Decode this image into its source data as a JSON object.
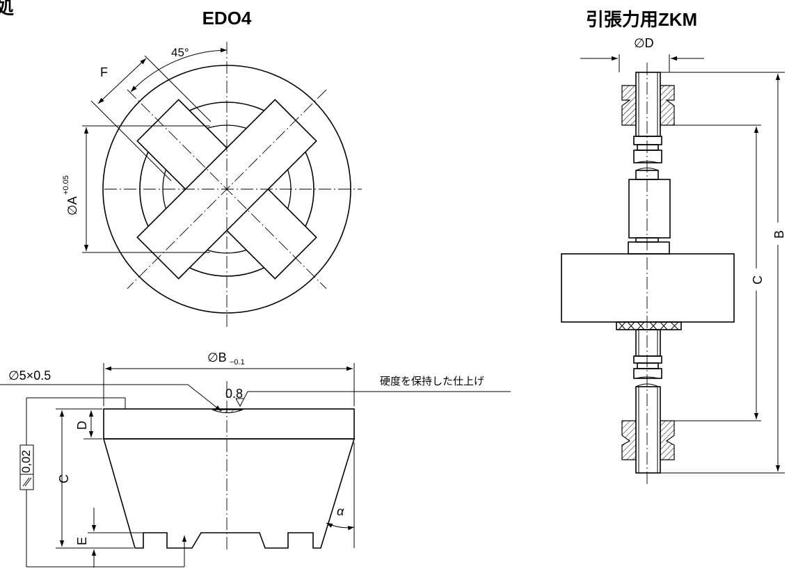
{
  "corner_fragment": "処",
  "edo4": {
    "title": "EDO4",
    "angle_label": "45°",
    "f_label": "F",
    "dia_a_label": "∅A",
    "dia_a_tol": "+0.05",
    "dia_b_label": "∅B",
    "dia_b_tol": "−0.1",
    "hole_label": "∅5×0.5",
    "roughness_value": "0.8",
    "finish_note": "硬度を保持した仕上げ",
    "parallel_tolerance": "0,02",
    "d_label": "D",
    "c_label": "C",
    "e_label": "E",
    "alpha_label": "α"
  },
  "zkm": {
    "title": "引張力用ZKM",
    "dia_d_label": "∅D",
    "b_label": "B",
    "c_label": "C"
  }
}
